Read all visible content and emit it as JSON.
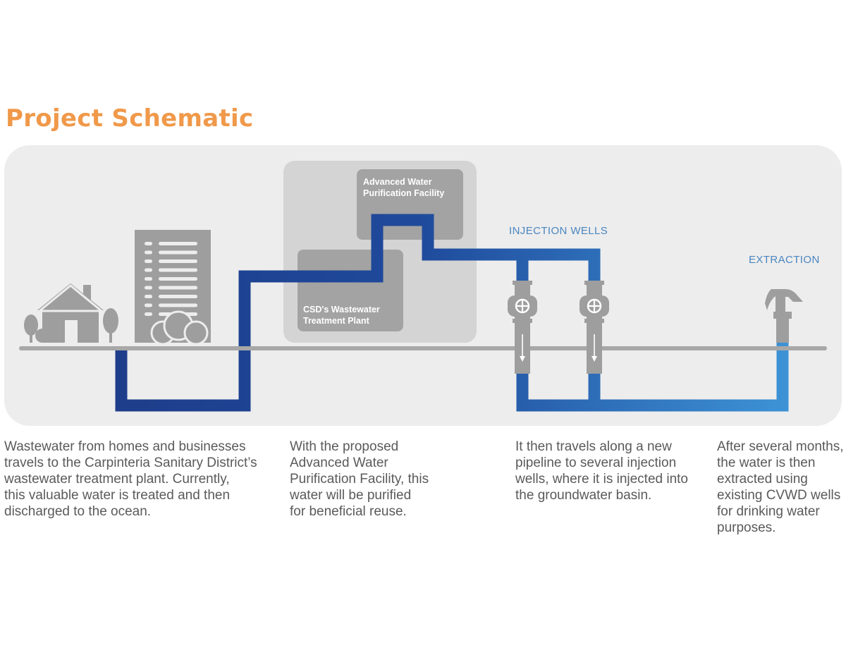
{
  "title": "Project Schematic",
  "labels": {
    "facility_awpf": "Advanced Water\nPurification Facility",
    "facility_csd": "CSD's Wastewater\nTreatment Plant",
    "injection_wells": "INJECTION WELLS",
    "extraction": "EXTRACTION"
  },
  "descriptions": [
    "Wastewater from homes and businesses\ntravels to the Carpinteria Sanitary District’s\nwastewater treatment plant. Currently,\nthis valuable water is treated and then\ndischarged to the ocean.",
    "With the proposed\nAdvanced Water\nPurification Facility, this\nwater will be purified\nfor beneficial reuse.",
    "It then travels along a new\npipeline to several injection\nwells, where it is injected into\nthe groundwater basin.",
    "After several months,\nthe water is then\nextracted using\nexisting CVWD wells\nfor drinking water\npurposes."
  ],
  "colors": {
    "title": "#F0994A",
    "panel": "#EDEDED",
    "facility_area": "#D4D4D4",
    "facility_box": "#A3A3A3",
    "icon_gray": "#9E9E9E",
    "ground_line": "#A8A8A8",
    "pipe_dark": "#1E3D8A",
    "pipe_light": "#3D93D6",
    "label_blue": "#4A86C0",
    "body_text": "#5A5A5A"
  },
  "icons": [
    "house-icon",
    "tree-icon",
    "office-building-icon",
    "shrub-icon",
    "valve-icon",
    "flow-arrow-icon",
    "extraction-well-icon"
  ]
}
